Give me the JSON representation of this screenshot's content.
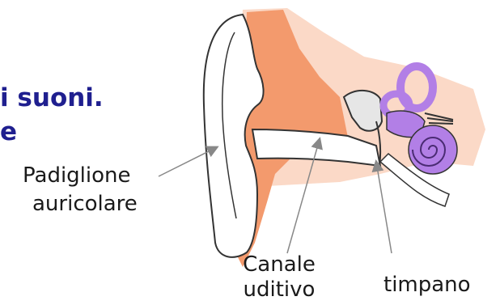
{
  "heading": {
    "line1": "i suoni.",
    "line2": "e"
  },
  "labels": {
    "pinna_line1": "Padiglione",
    "pinna_line2": "auricolare",
    "canal_line1": "Canale",
    "canal_line2": "uditivo",
    "eardrum": "timpano"
  },
  "colors": {
    "heading": "#1f1f8f",
    "skin": "#f39a6d",
    "skin_light": "#fbd9c7",
    "inner_ear": "#b27fe6",
    "outline": "#333333",
    "pointer": "#888888"
  }
}
